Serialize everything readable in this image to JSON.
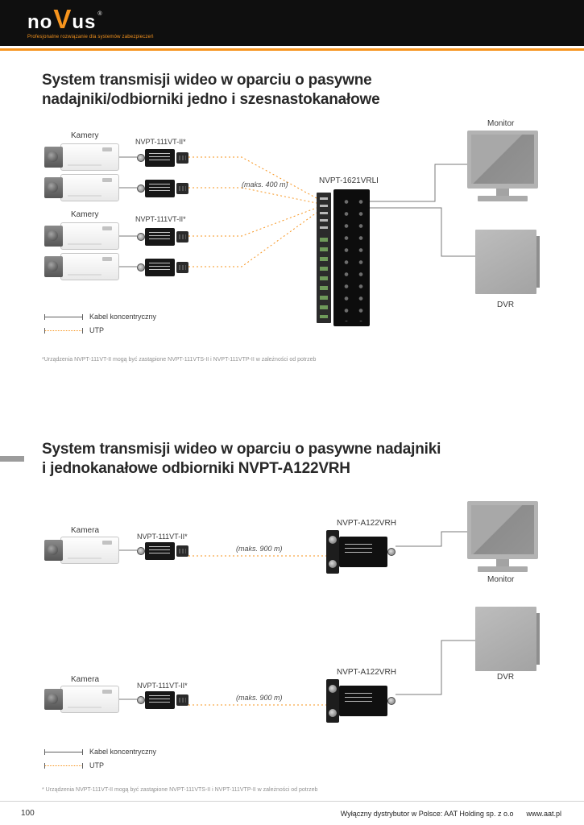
{
  "header": {
    "logo_no": "no",
    "logo_v": "V",
    "logo_us": "us",
    "logo_reg": "®",
    "tagline": "Profesjonalne rozwiązanie dla systemów zabezpieczeń"
  },
  "section1": {
    "title_line1": "System transmisji wideo w oparciu o pasywne",
    "title_line2": "nadajniki/odbiorniki jedno i szesnastokanałowe",
    "labels": {
      "cameras_top": "Kamery",
      "cameras_bottom": "Kamery",
      "transmitter_top": "NVPT-111VT-II*",
      "transmitter_bottom": "NVPT-111VT-II*",
      "distance": "(maks. 400 m)",
      "receiver": "NVPT-1621VRLI",
      "monitor": "Monitor",
      "dvr": "DVR"
    },
    "legend": {
      "coax": "Kabel koncentryczny",
      "utp": "UTP"
    },
    "footnote": "*Urządzenia NVPT-111VT-II mogą być zastąpione NVPT-111VTS-II i NVPT-111VTP-II w zależności od potrzeb"
  },
  "section2": {
    "title_line1": "System transmisji wideo w oparciu o pasywne nadajniki",
    "title_line2": "i jednokanałowe odbiorniki NVPT-A122VRH",
    "labels": {
      "camera_top": "Kamera",
      "camera_bottom": "Kamera",
      "transmitter_top": "NVPT-111VT-II*",
      "transmitter_bottom": "NVPT-111VT-II*",
      "distance_top": "(maks. 900 m)",
      "distance_bottom": "(maks. 900 m)",
      "receiver_top": "NVPT-A122VRH",
      "receiver_bottom": "NVPT-A122VRH",
      "monitor": "Monitor",
      "dvr": "DVR"
    },
    "legend": {
      "coax": "Kabel koncentryczny",
      "utp": "UTP"
    },
    "footnote": "* Urządzenia NVPT-111VT-II mogą być zastąpione NVPT-111VTS-II i NVPT-111VTP-II w zależności od potrzeb"
  },
  "footer": {
    "page_number": "100",
    "distributor": "Wyłączny dystrybutor w Polsce: AAT Holding sp. z o.o",
    "website": "www.aat.pl"
  },
  "colors": {
    "accent": "#f7941d",
    "header_bg": "#0f0f0f"
  }
}
